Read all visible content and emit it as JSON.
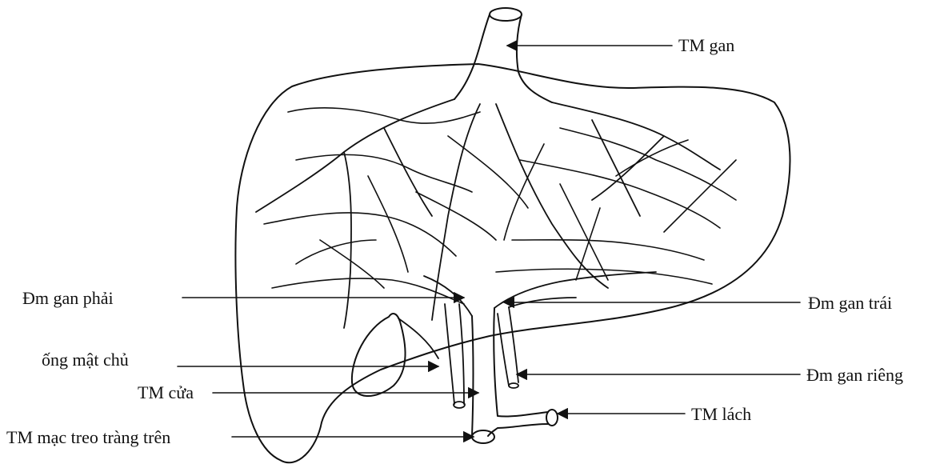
{
  "diagram": {
    "colors": {
      "ink": "#111111",
      "background": "#ffffff"
    },
    "labels": {
      "tm_gan": "TM gan",
      "dm_gan_phai": "Đm gan phải",
      "dm_gan_trai": "Đm gan trái",
      "ong_mat_chu": "ống mật chủ",
      "dm_gan_rieng": "Đm gan riêng",
      "tm_cua": "TM cửa",
      "tm_lach": "TM lách",
      "tm_mac_treo": "TM mạc treo tràng trên"
    }
  }
}
